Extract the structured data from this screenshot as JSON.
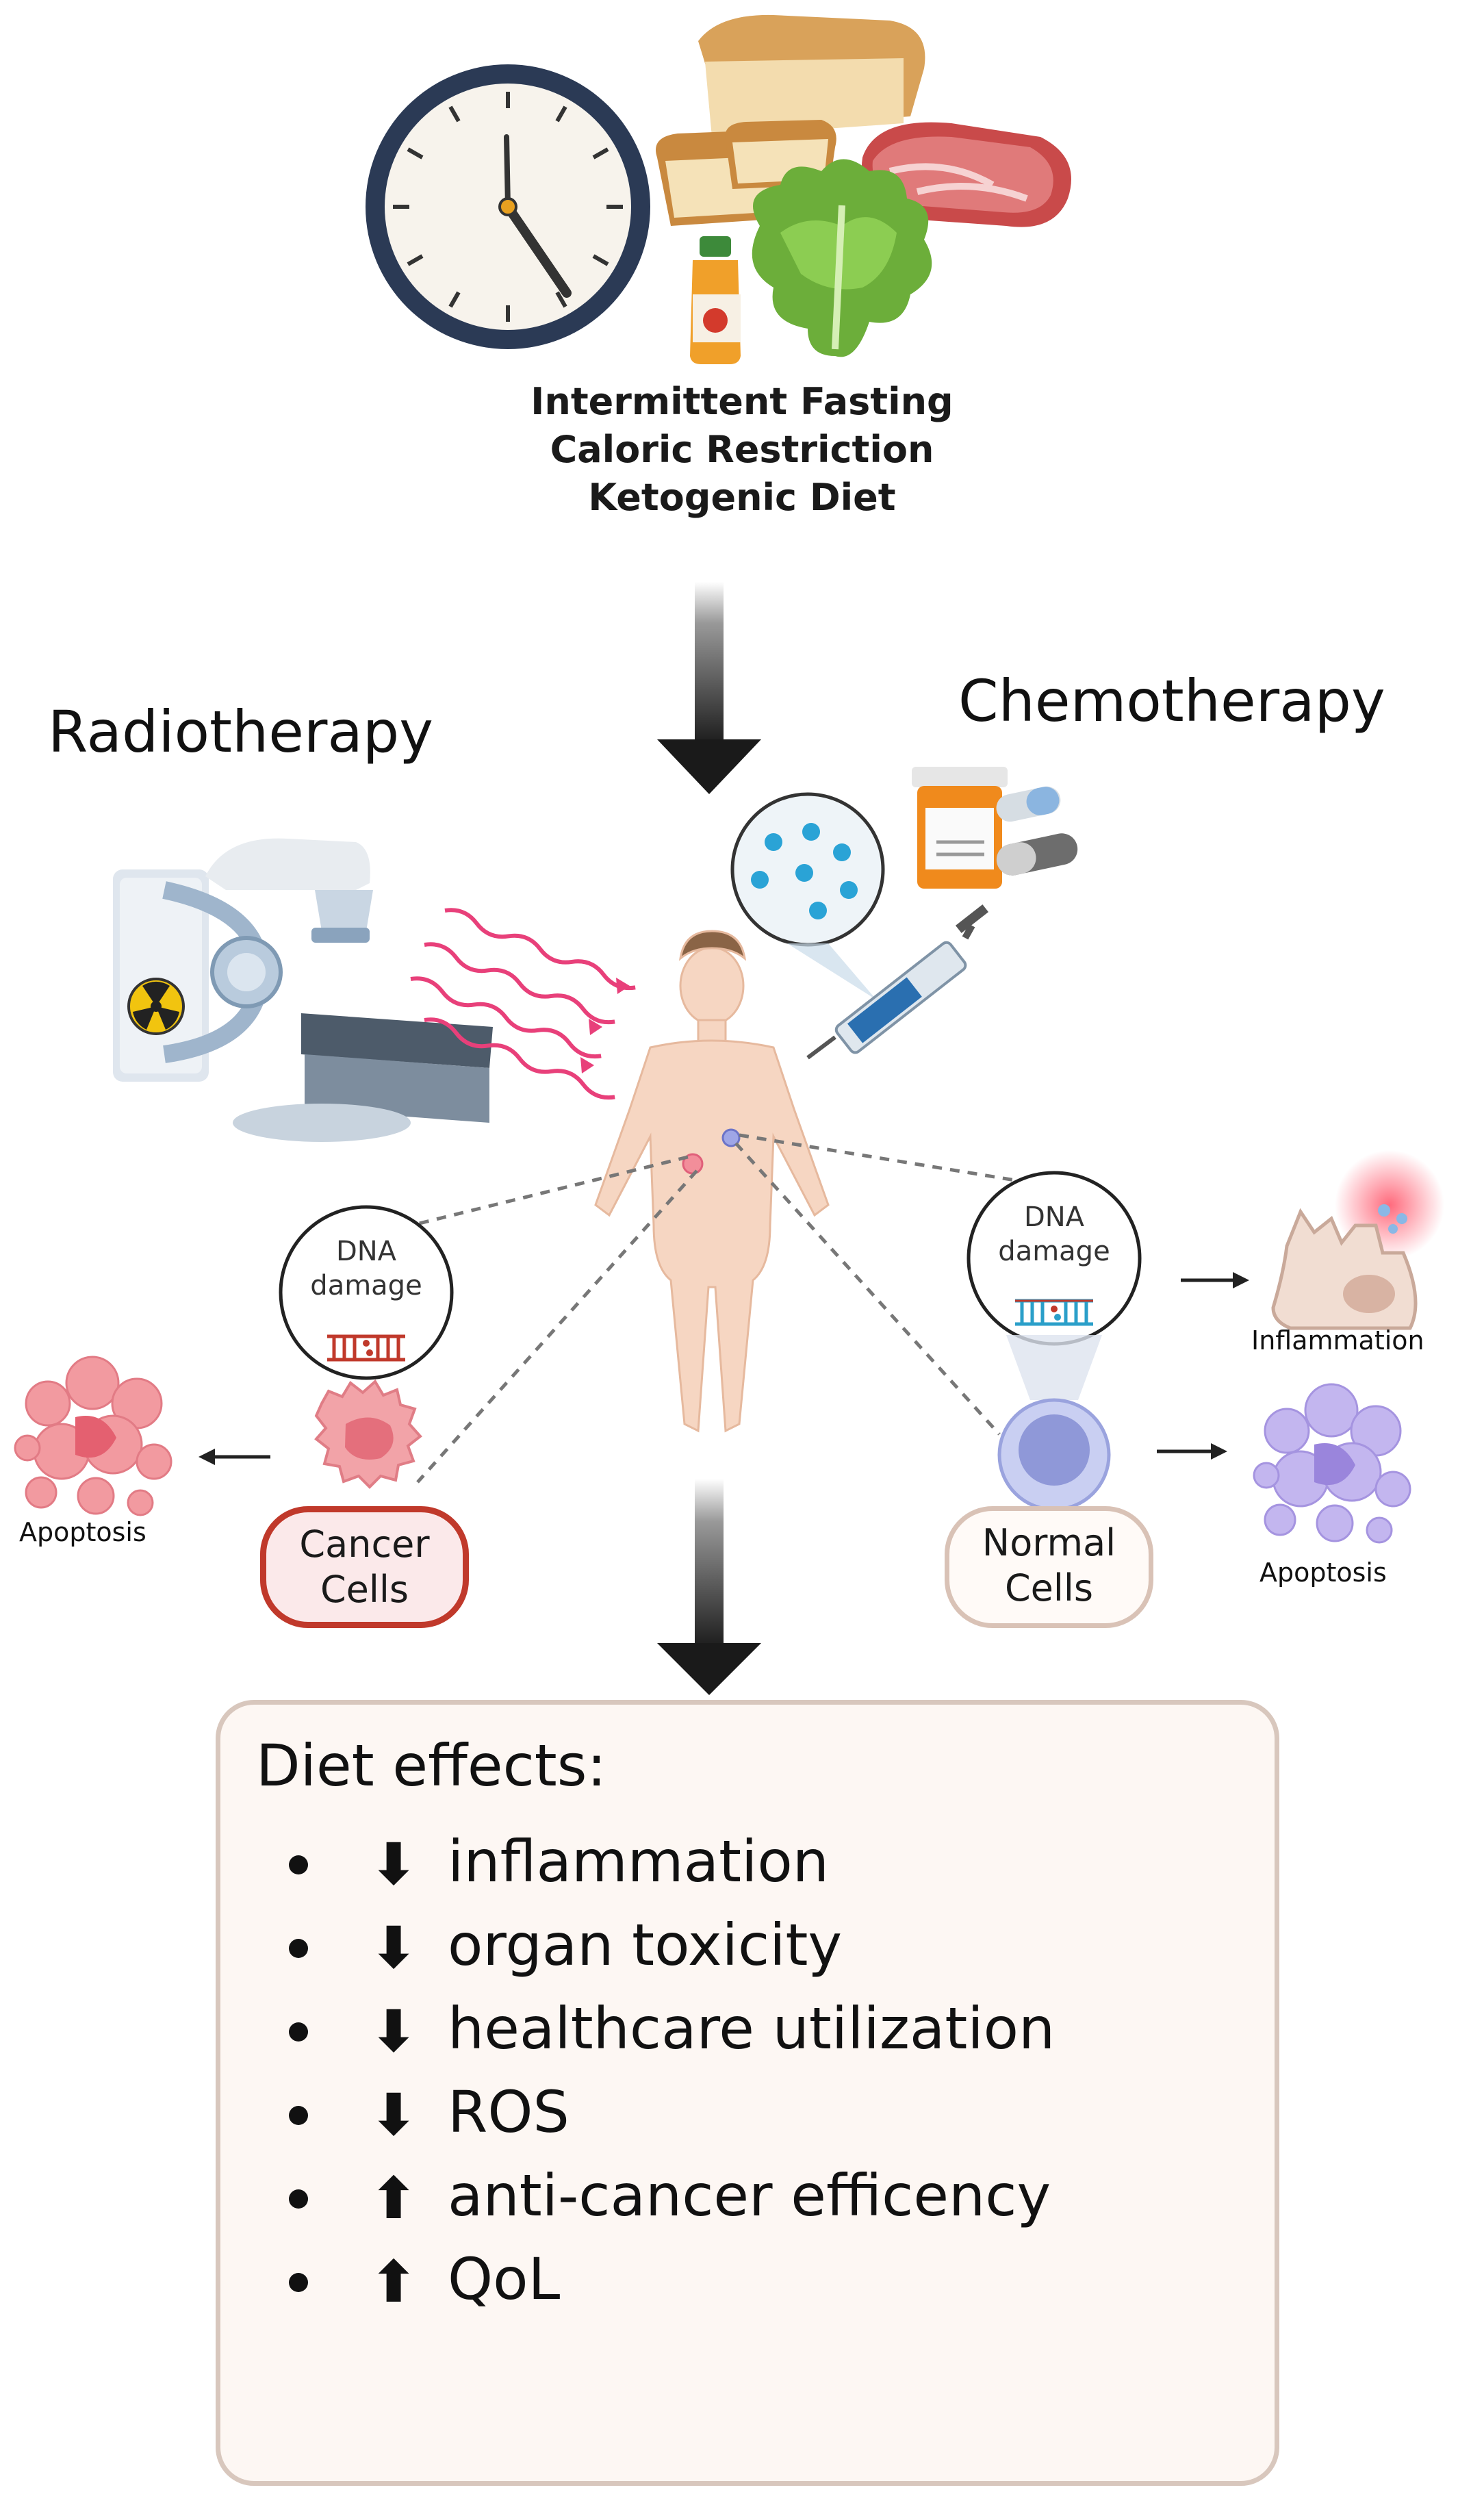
{
  "diet": {
    "lines": [
      "Intermittent Fasting",
      "Caloric Restriction",
      "Ketogenic Diet"
    ]
  },
  "therapies": {
    "radiotherapy": "Radiotherapy",
    "chemotherapy": "Chemotherapy"
  },
  "bubbles": {
    "left": {
      "line1": "DNA",
      "line2": "damage"
    },
    "right": {
      "line1": "DNA",
      "line2": "damage"
    }
  },
  "cells": {
    "cancer": {
      "line1": "Cancer",
      "line2": "Cells"
    },
    "normal": {
      "line1": "Normal",
      "line2": "Cells"
    }
  },
  "outcomes": {
    "apoptosis_left": "Apoptosis",
    "apoptosis_right": "Apoptosis",
    "inflammation": "Inflammation"
  },
  "effects": {
    "title": "Diet effects:",
    "items": [
      {
        "arrow": "⬇",
        "text": "inflammation"
      },
      {
        "arrow": "⬇",
        "text": "organ toxicity"
      },
      {
        "arrow": "⬇",
        "text": "healthcare utilization"
      },
      {
        "arrow": "⬇",
        "text": "ROS"
      },
      {
        "arrow": "⬆",
        "text": "anti-cancer efficency"
      },
      {
        "arrow": "⬆",
        "text": "QoL"
      }
    ]
  },
  "colors": {
    "cancer_pill_border": "#c0392b",
    "normal_pill_border": "#d9c2b6",
    "radiation_waves": "#e8407a",
    "arrows": "#222222"
  }
}
